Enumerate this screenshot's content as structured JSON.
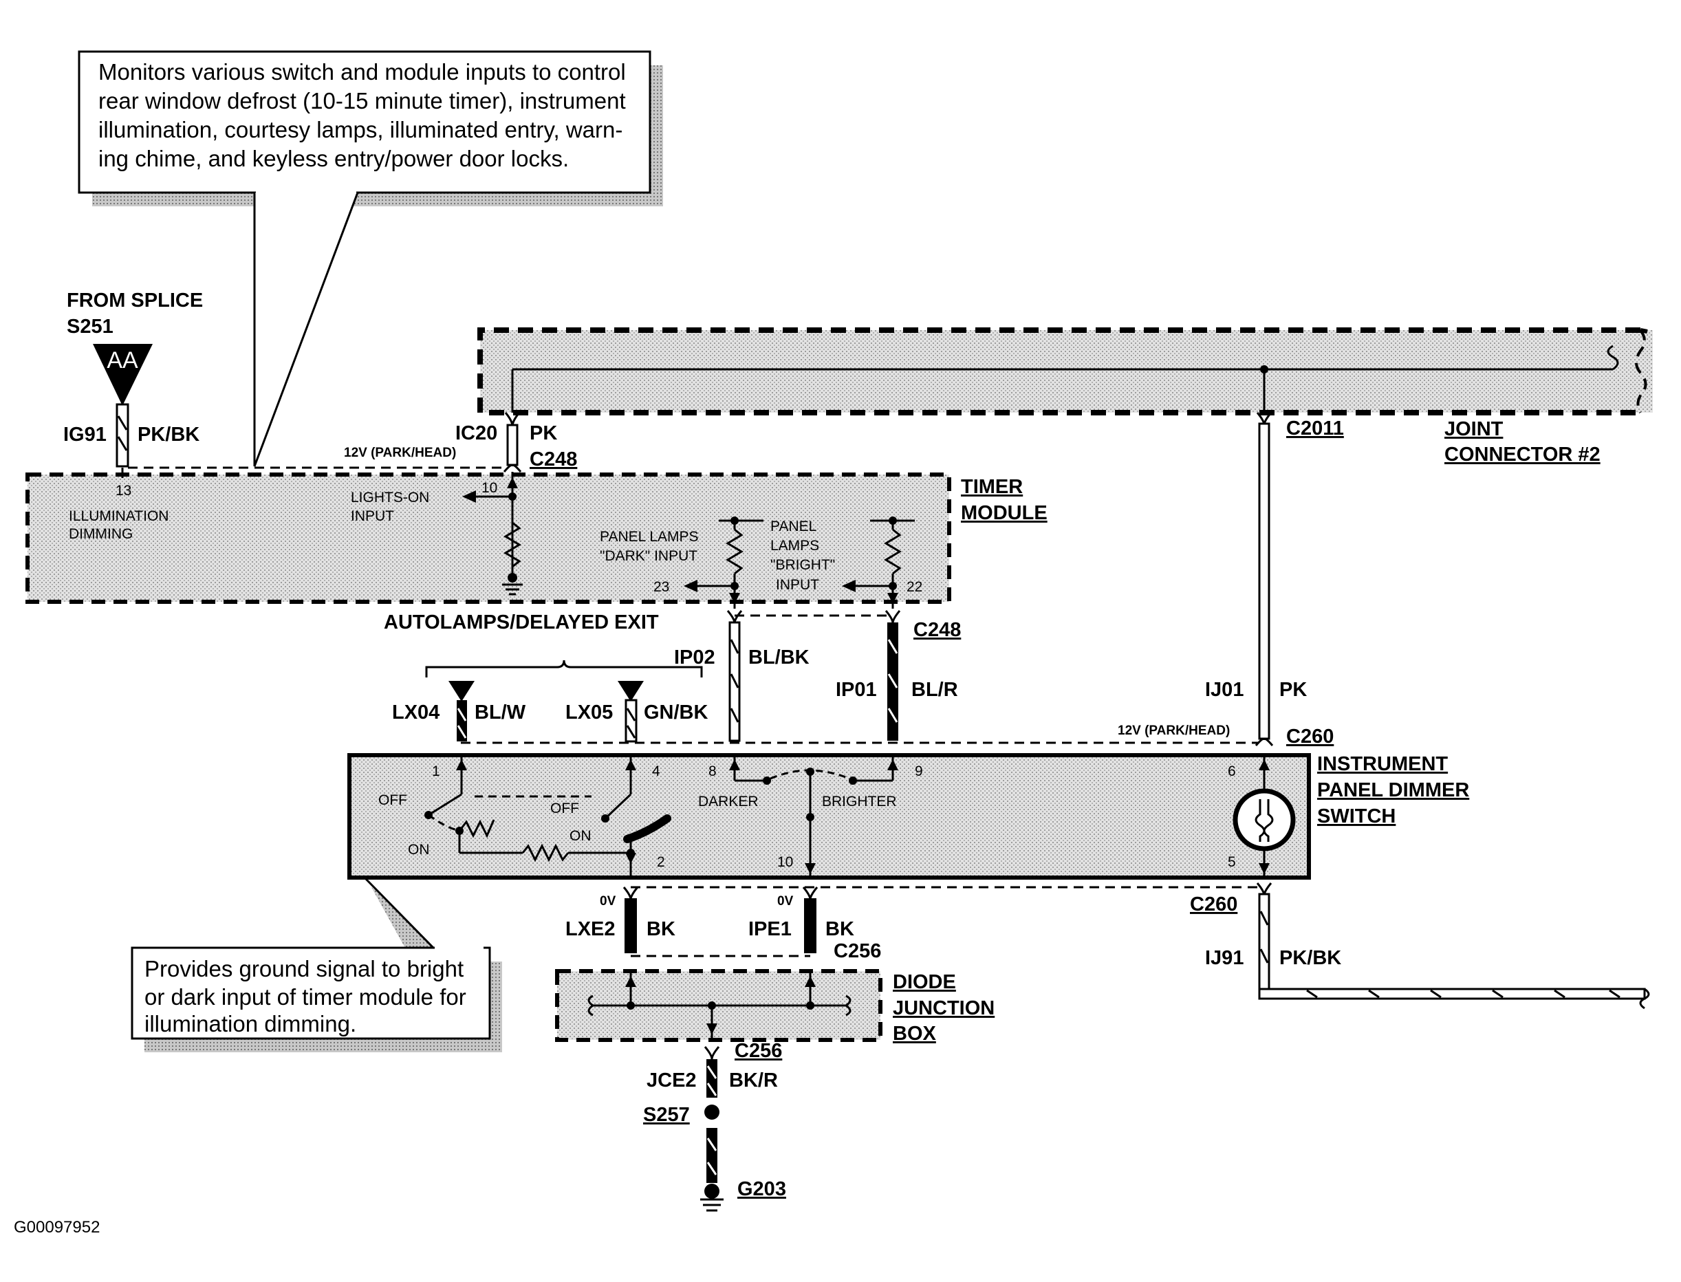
{
  "callouts": {
    "top": [
      "Monitors various switch and module inputs to control",
      "rear window defrost (10-15 minute timer), instrument",
      "illumination, courtesy lamps, illuminated entry, warn-",
      "ing chime, and keyless entry/power door locks."
    ],
    "bottom": [
      "Provides ground signal to bright",
      "or dark input of timer module for",
      "illumination dimming."
    ]
  },
  "splice": {
    "line1": "FROM SPLICE",
    "line2": "S251",
    "marker": "AA"
  },
  "wires": {
    "ig91": "IG91",
    "ig91_color": "PK/BK",
    "ic20": "IC20",
    "ic20_color": "PK",
    "ij01": "IJ01",
    "ij01_color": "PK",
    "ip02": "IP02",
    "ip02_color": "BL/BK",
    "ip01": "IP01",
    "ip01_color": "BL/R",
    "lx04": "LX04",
    "lx04_color": "BL/W",
    "lx05": "LX05",
    "lx05_color": "GN/BK",
    "lxe2": "LXE2",
    "lxe2_color": "BK",
    "ipe1": "IPE1",
    "ipe1_color": "BK",
    "ij91": "IJ91",
    "ij91_color": "PK/BK",
    "jce2": "JCE2",
    "jce2_color": "BK/R"
  },
  "connectors": {
    "c248_top": "C248",
    "c248_mid": "C248",
    "c2011": "C2011",
    "c260_top": "C260",
    "c260_bottom": "C260",
    "c256_top": "C256",
    "c256_bottom": "C256",
    "s257": "S257",
    "g203": "G203"
  },
  "voltages": {
    "park_head_1": "12V (PARK/HEAD)",
    "park_head_2": "12V (PARK/HEAD)",
    "zero_v_1": "0V",
    "zero_v_2": "0V"
  },
  "timer_module": {
    "title1": "TIMER",
    "title2": "MODULE",
    "pin13": "13",
    "illum1": "ILLUMINATION",
    "illum2": "DIMMING",
    "pin10": "10",
    "lights1": "LIGHTS-ON",
    "lights2": "INPUT",
    "dark1": "PANEL LAMPS",
    "dark2": "\"DARK\" INPUT",
    "pin23": "23",
    "bright1": "PANEL",
    "bright2": "LAMPS",
    "bright3": "\"BRIGHT\"",
    "bright4": "INPUT",
    "pin22": "22"
  },
  "joint_connector": {
    "line1": "JOINT",
    "line2": "CONNECTOR #2"
  },
  "autolamps": "AUTOLAMPS/DELAYED EXIT",
  "dimmer_switch": {
    "title1": "INSTRUMENT",
    "title2": "PANEL DIMMER",
    "title3": "SWITCH",
    "pin1": "1",
    "pin4": "4",
    "pin8": "8",
    "pin9": "9",
    "pin2": "2",
    "pin10": "10",
    "pin6": "6",
    "pin5": "5",
    "off1": "OFF",
    "on1": "ON",
    "off2": "OFF",
    "on2": "ON",
    "darker": "DARKER",
    "brighter": "BRIGHTER"
  },
  "diode_box": {
    "line1": "DIODE",
    "line2": "JUNCTION",
    "line3": "BOX"
  },
  "figure_id": "G00097952",
  "colors": {
    "ink": "#000000",
    "module_fill": "#d9d9d9",
    "shadow": "#9a9a9a"
  }
}
